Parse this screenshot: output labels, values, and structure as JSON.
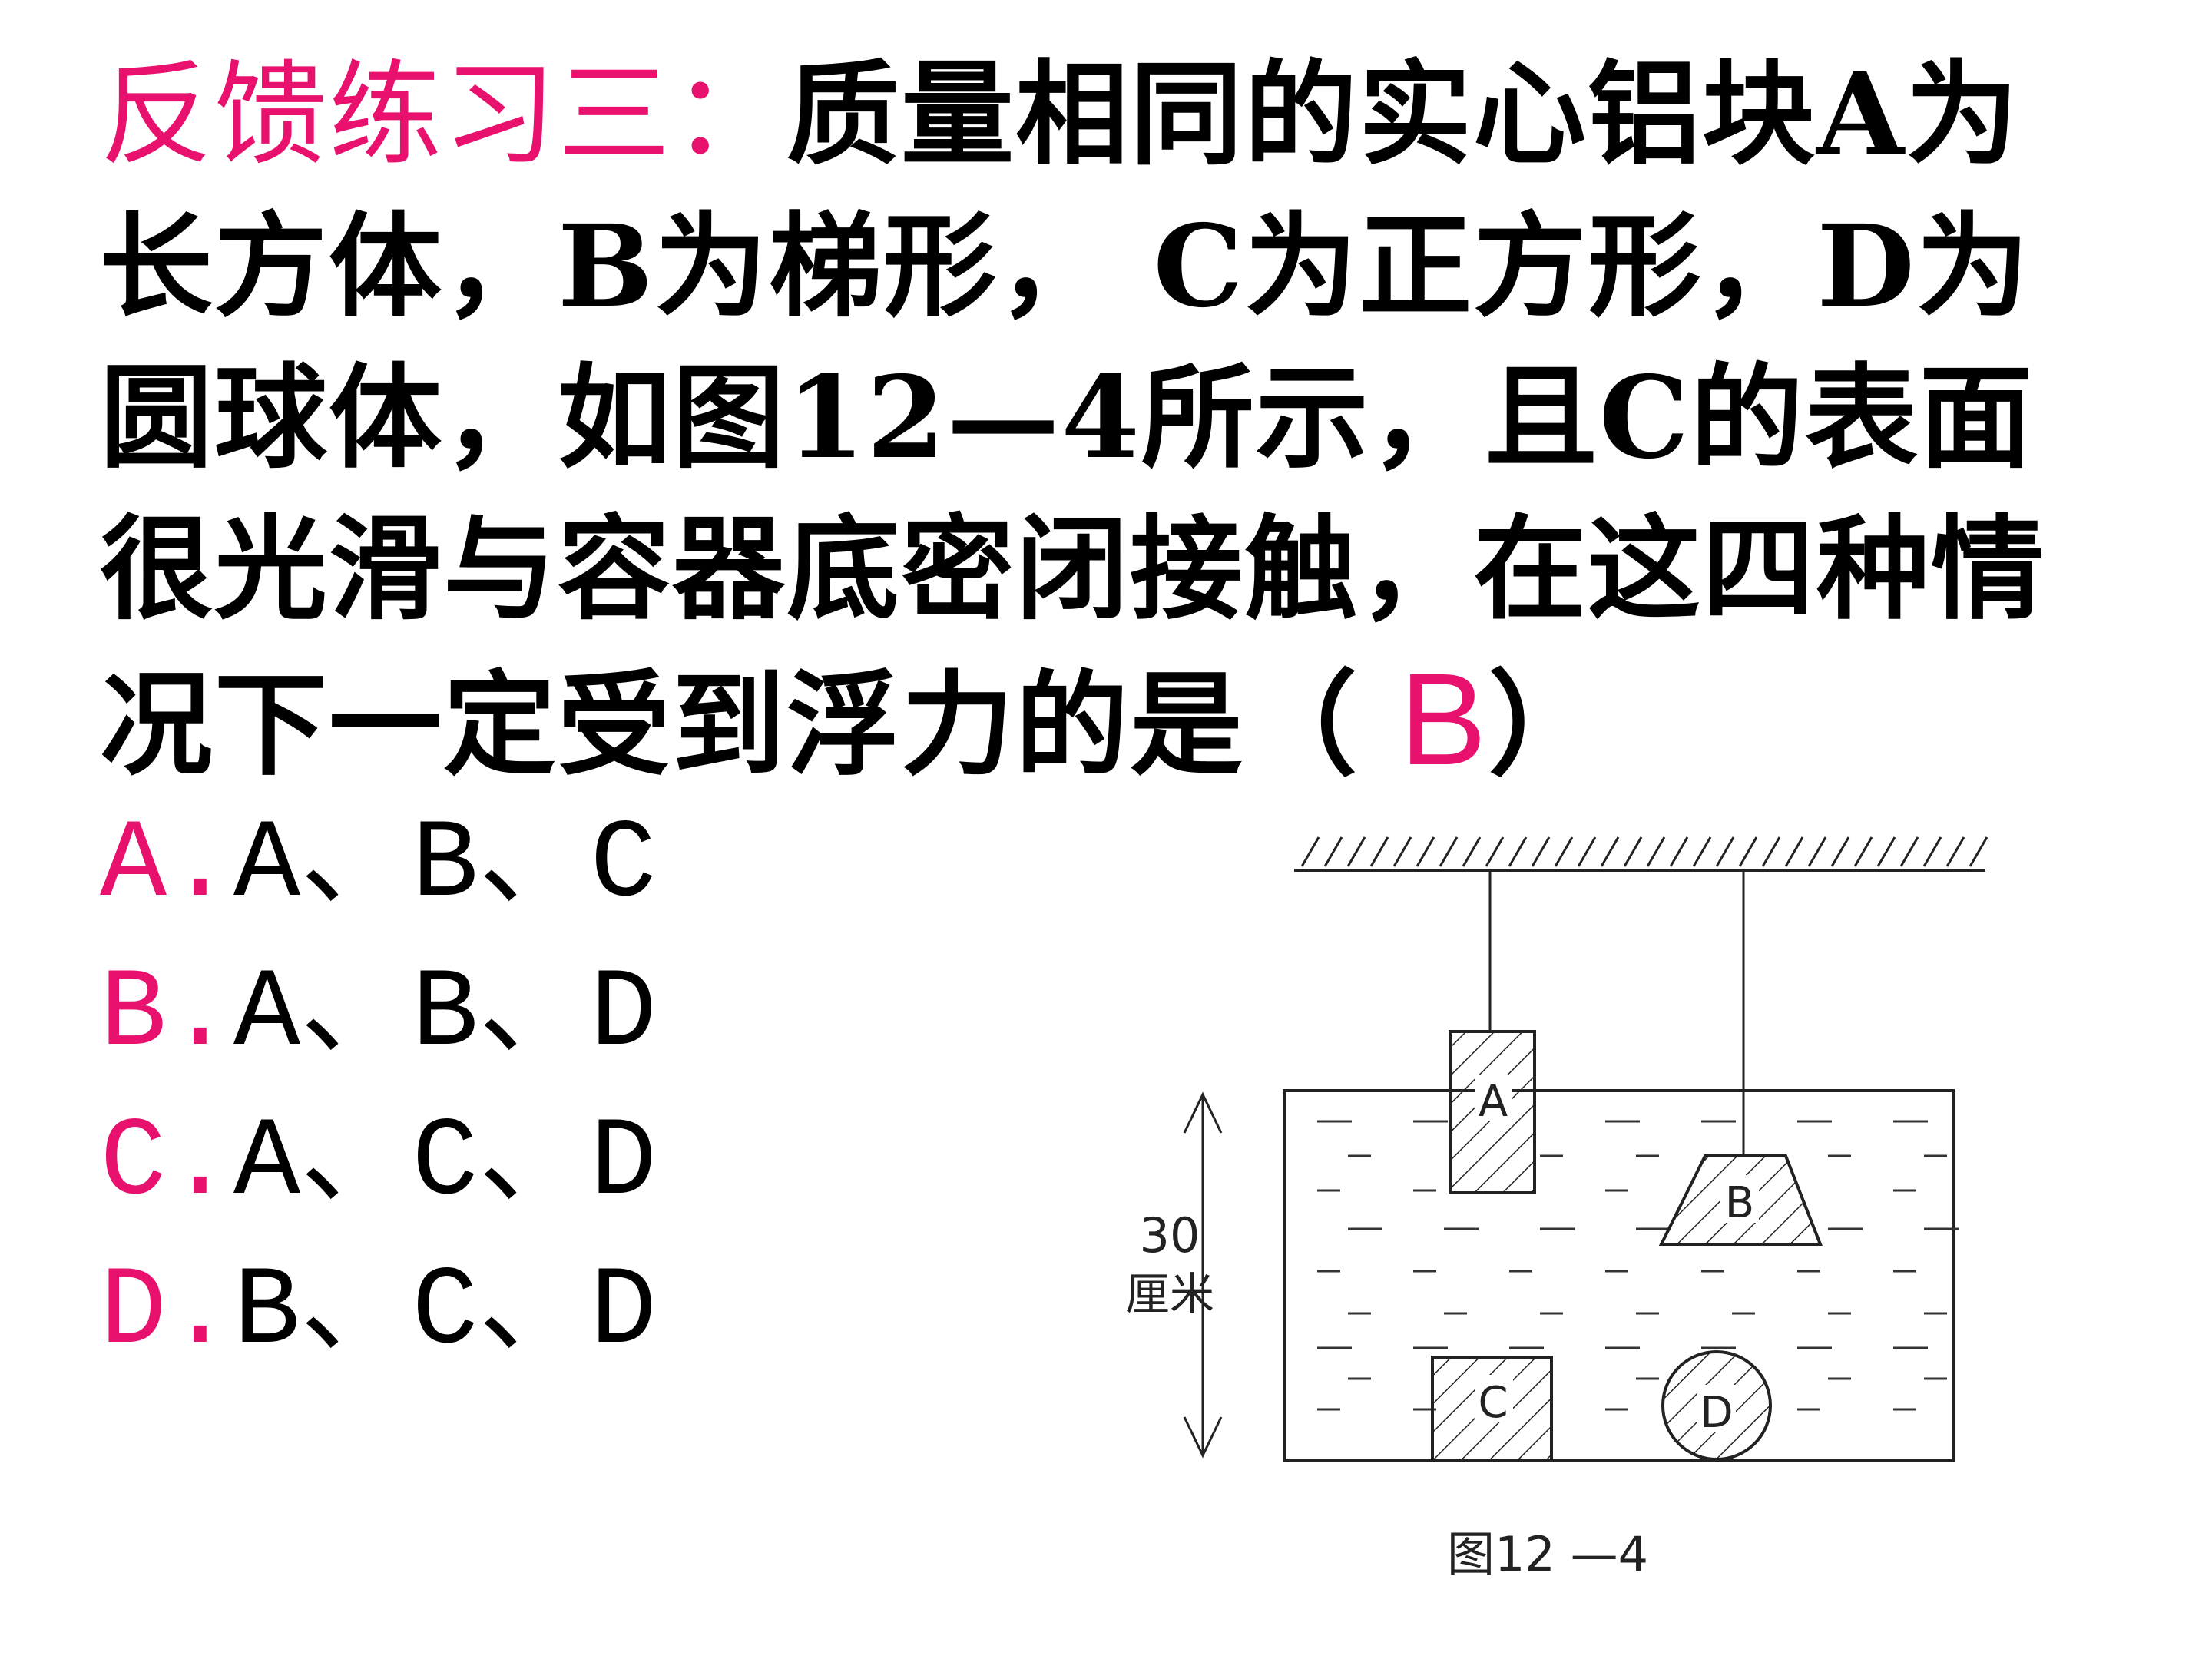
{
  "question": {
    "label": "反馈练习三：",
    "text_before_answer": "质量相同的实心铝块A为长方体，B为梯形， C为正方形，D为圆球体，如图12—4所示，且C的表面很光滑与容器底密闭接触，在这四种情况下一定受到浮力的是（ ",
    "answer": "B",
    "text_after_answer": "）"
  },
  "options": [
    {
      "letter": "A.",
      "text": "A、B、C"
    },
    {
      "letter": "B.",
      "text": "A、B、D"
    },
    {
      "letter": "C.",
      "text": "A、C、D"
    },
    {
      "letter": "D.",
      "text": "B、C、D"
    }
  ],
  "figure": {
    "block_a": "A",
    "block_b": "B",
    "block_c": "C",
    "block_d": "D",
    "depth_value": "30",
    "depth_unit": "厘米",
    "caption": "图12 —4"
  },
  "colors": {
    "accent": "#e8116e",
    "text": "#000000"
  }
}
